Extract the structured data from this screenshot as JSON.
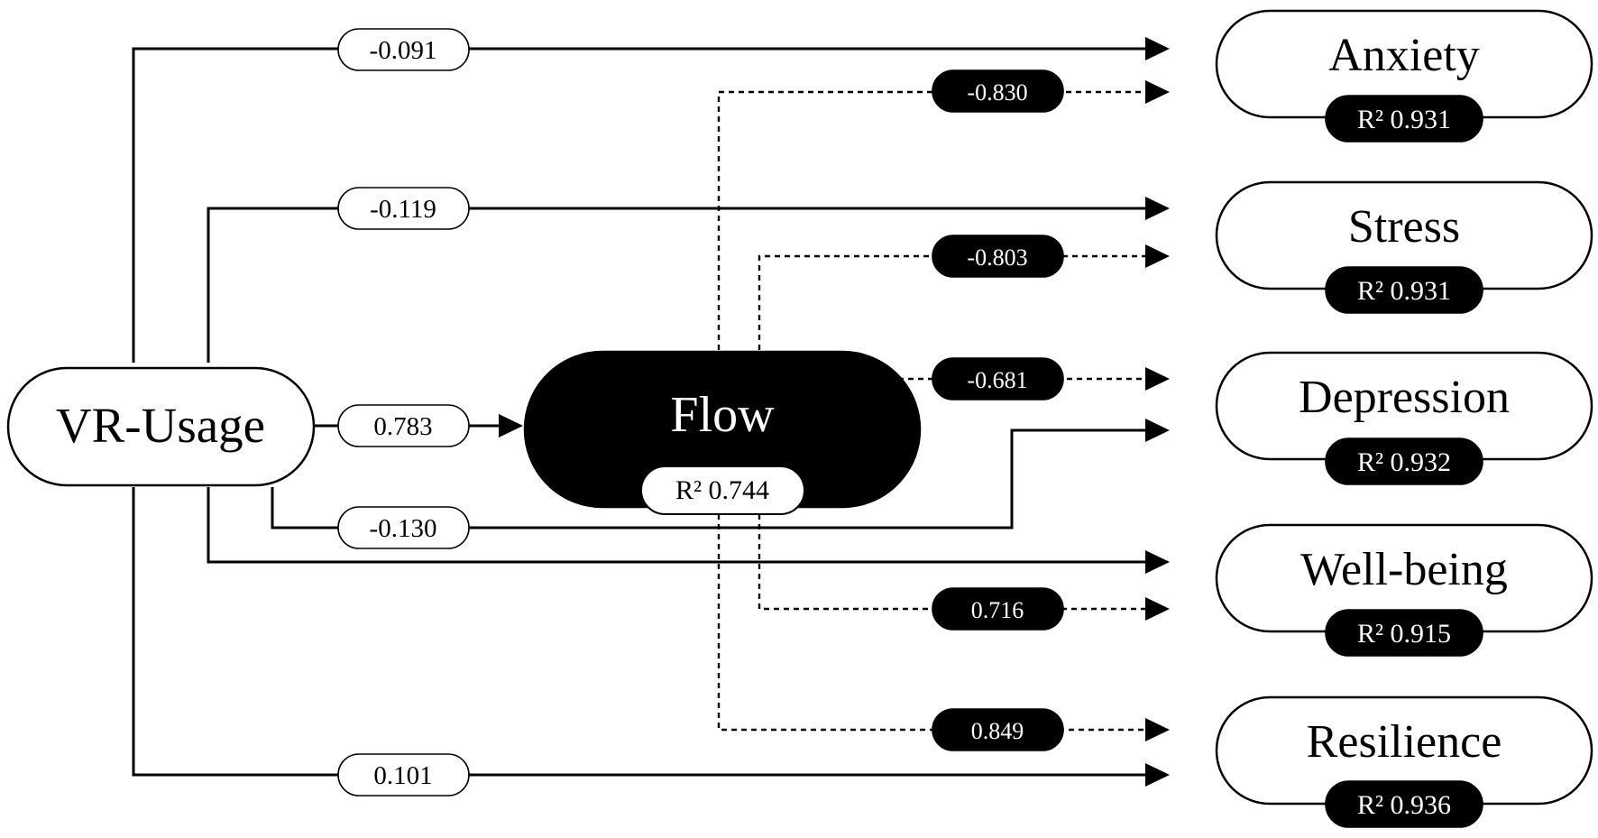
{
  "nodes": {
    "vr_usage": {
      "label": "VR-Usage"
    },
    "flow": {
      "label": "Flow",
      "r2": "R² 0.744"
    },
    "outcomes": [
      {
        "label": "Anxiety",
        "r2": "R² 0.931"
      },
      {
        "label": "Stress",
        "r2": "R² 0.931"
      },
      {
        "label": "Depression",
        "r2": "R² 0.932"
      },
      {
        "label": "Well-being",
        "r2": "R² 0.915"
      },
      {
        "label": "Resilience",
        "r2": "R² 0.936"
      }
    ]
  },
  "paths": {
    "vr_to_flow": "0.783",
    "direct": {
      "anxiety": "-0.091",
      "stress": "-0.119",
      "depression": "-0.130",
      "resilience": "0.101"
    },
    "via_flow": {
      "anxiety": "-0.830",
      "stress": "-0.803",
      "depression": "-0.681",
      "wellbeing": "0.716",
      "resilience": "0.849"
    }
  },
  "colors": {
    "ink": "#000000",
    "paper": "#ffffff"
  }
}
